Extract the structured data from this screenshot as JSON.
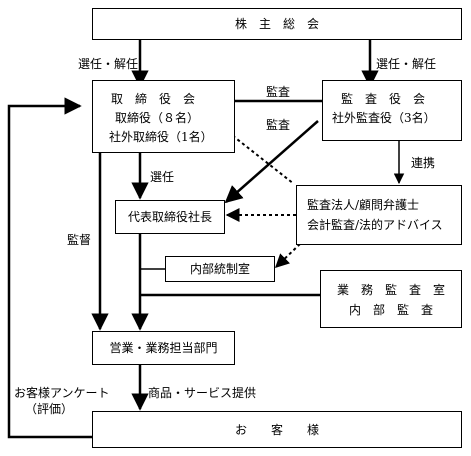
{
  "boxes": {
    "shareholders": "株　主　総　会",
    "board": {
      "title": "取　締　役　会",
      "line1": "取締役（８名）",
      "line2": "社外取締役（1名）"
    },
    "auditors": {
      "title": "監　査　役　会",
      "line1": "社外監査役（3名）"
    },
    "ceo": "代表取締役社長",
    "advisors": {
      "line1": "監査法人/顧問弁護士",
      "line2": "会計監査/法的アドバイス"
    },
    "internal_control": "内部統制室",
    "business_audit": {
      "line1": "業　務　監　査　室",
      "line2": "内　部　監　査"
    },
    "sales": "営業・業務担当部門",
    "customers": "お　　客　　様"
  },
  "labels": {
    "elect_dismiss_left": "選任・解任",
    "elect_dismiss_right": "選任・解任",
    "audit_top": "監査",
    "audit_mid": "監査",
    "appoint": "選任",
    "cooperation": "連携",
    "supervise": "監督",
    "survey_line1": "お客様アンケート",
    "survey_line2": "（評価）",
    "products": "商品・サービス提供"
  }
}
